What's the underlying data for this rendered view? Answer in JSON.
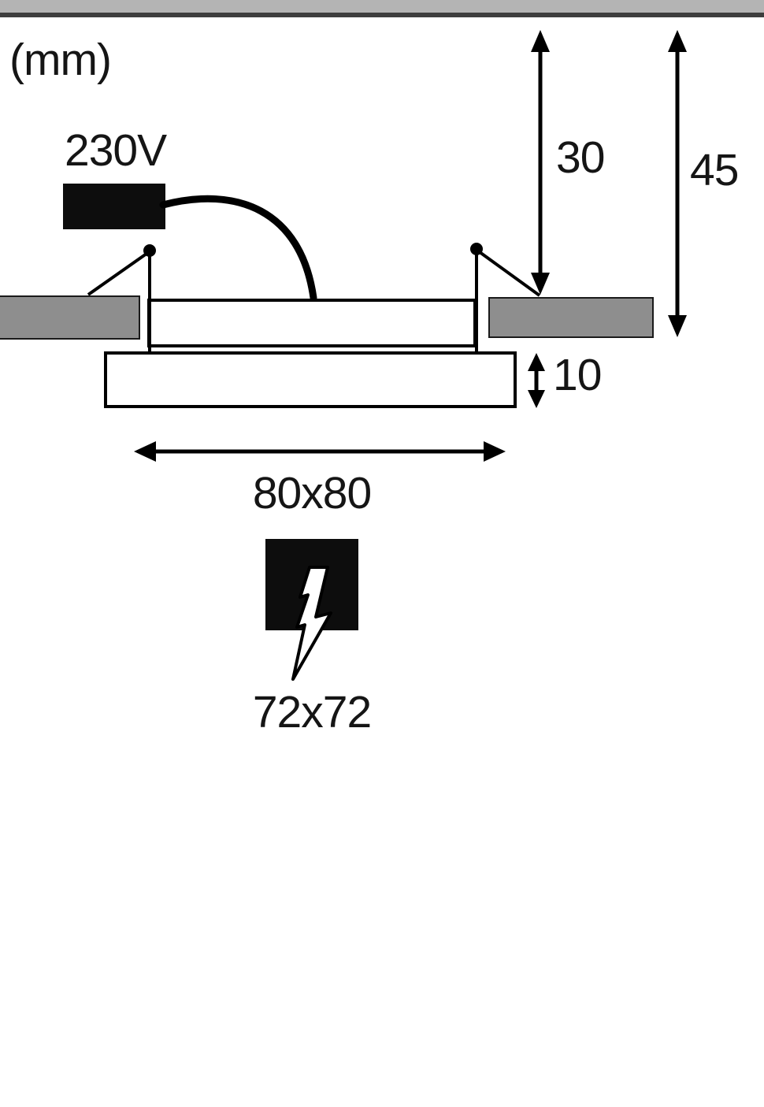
{
  "unit_label": "(mm)",
  "labels": {
    "voltage": "230V",
    "recess_depth": "30",
    "total_depth": "45",
    "panel_height": "10",
    "panel_size": "80x80",
    "cutout_size": "72x72"
  },
  "icons": {
    "cutout_symbol": "lightning-bolt-icon"
  },
  "colors": {
    "ceiling_strip": "#b4b4b4",
    "ceiling_strip_edge": "#3d3d3d",
    "ceiling_block": "#8e8e8e",
    "outline": "#000000",
    "driver_box": "#0d0d0d",
    "text": "#151515"
  }
}
